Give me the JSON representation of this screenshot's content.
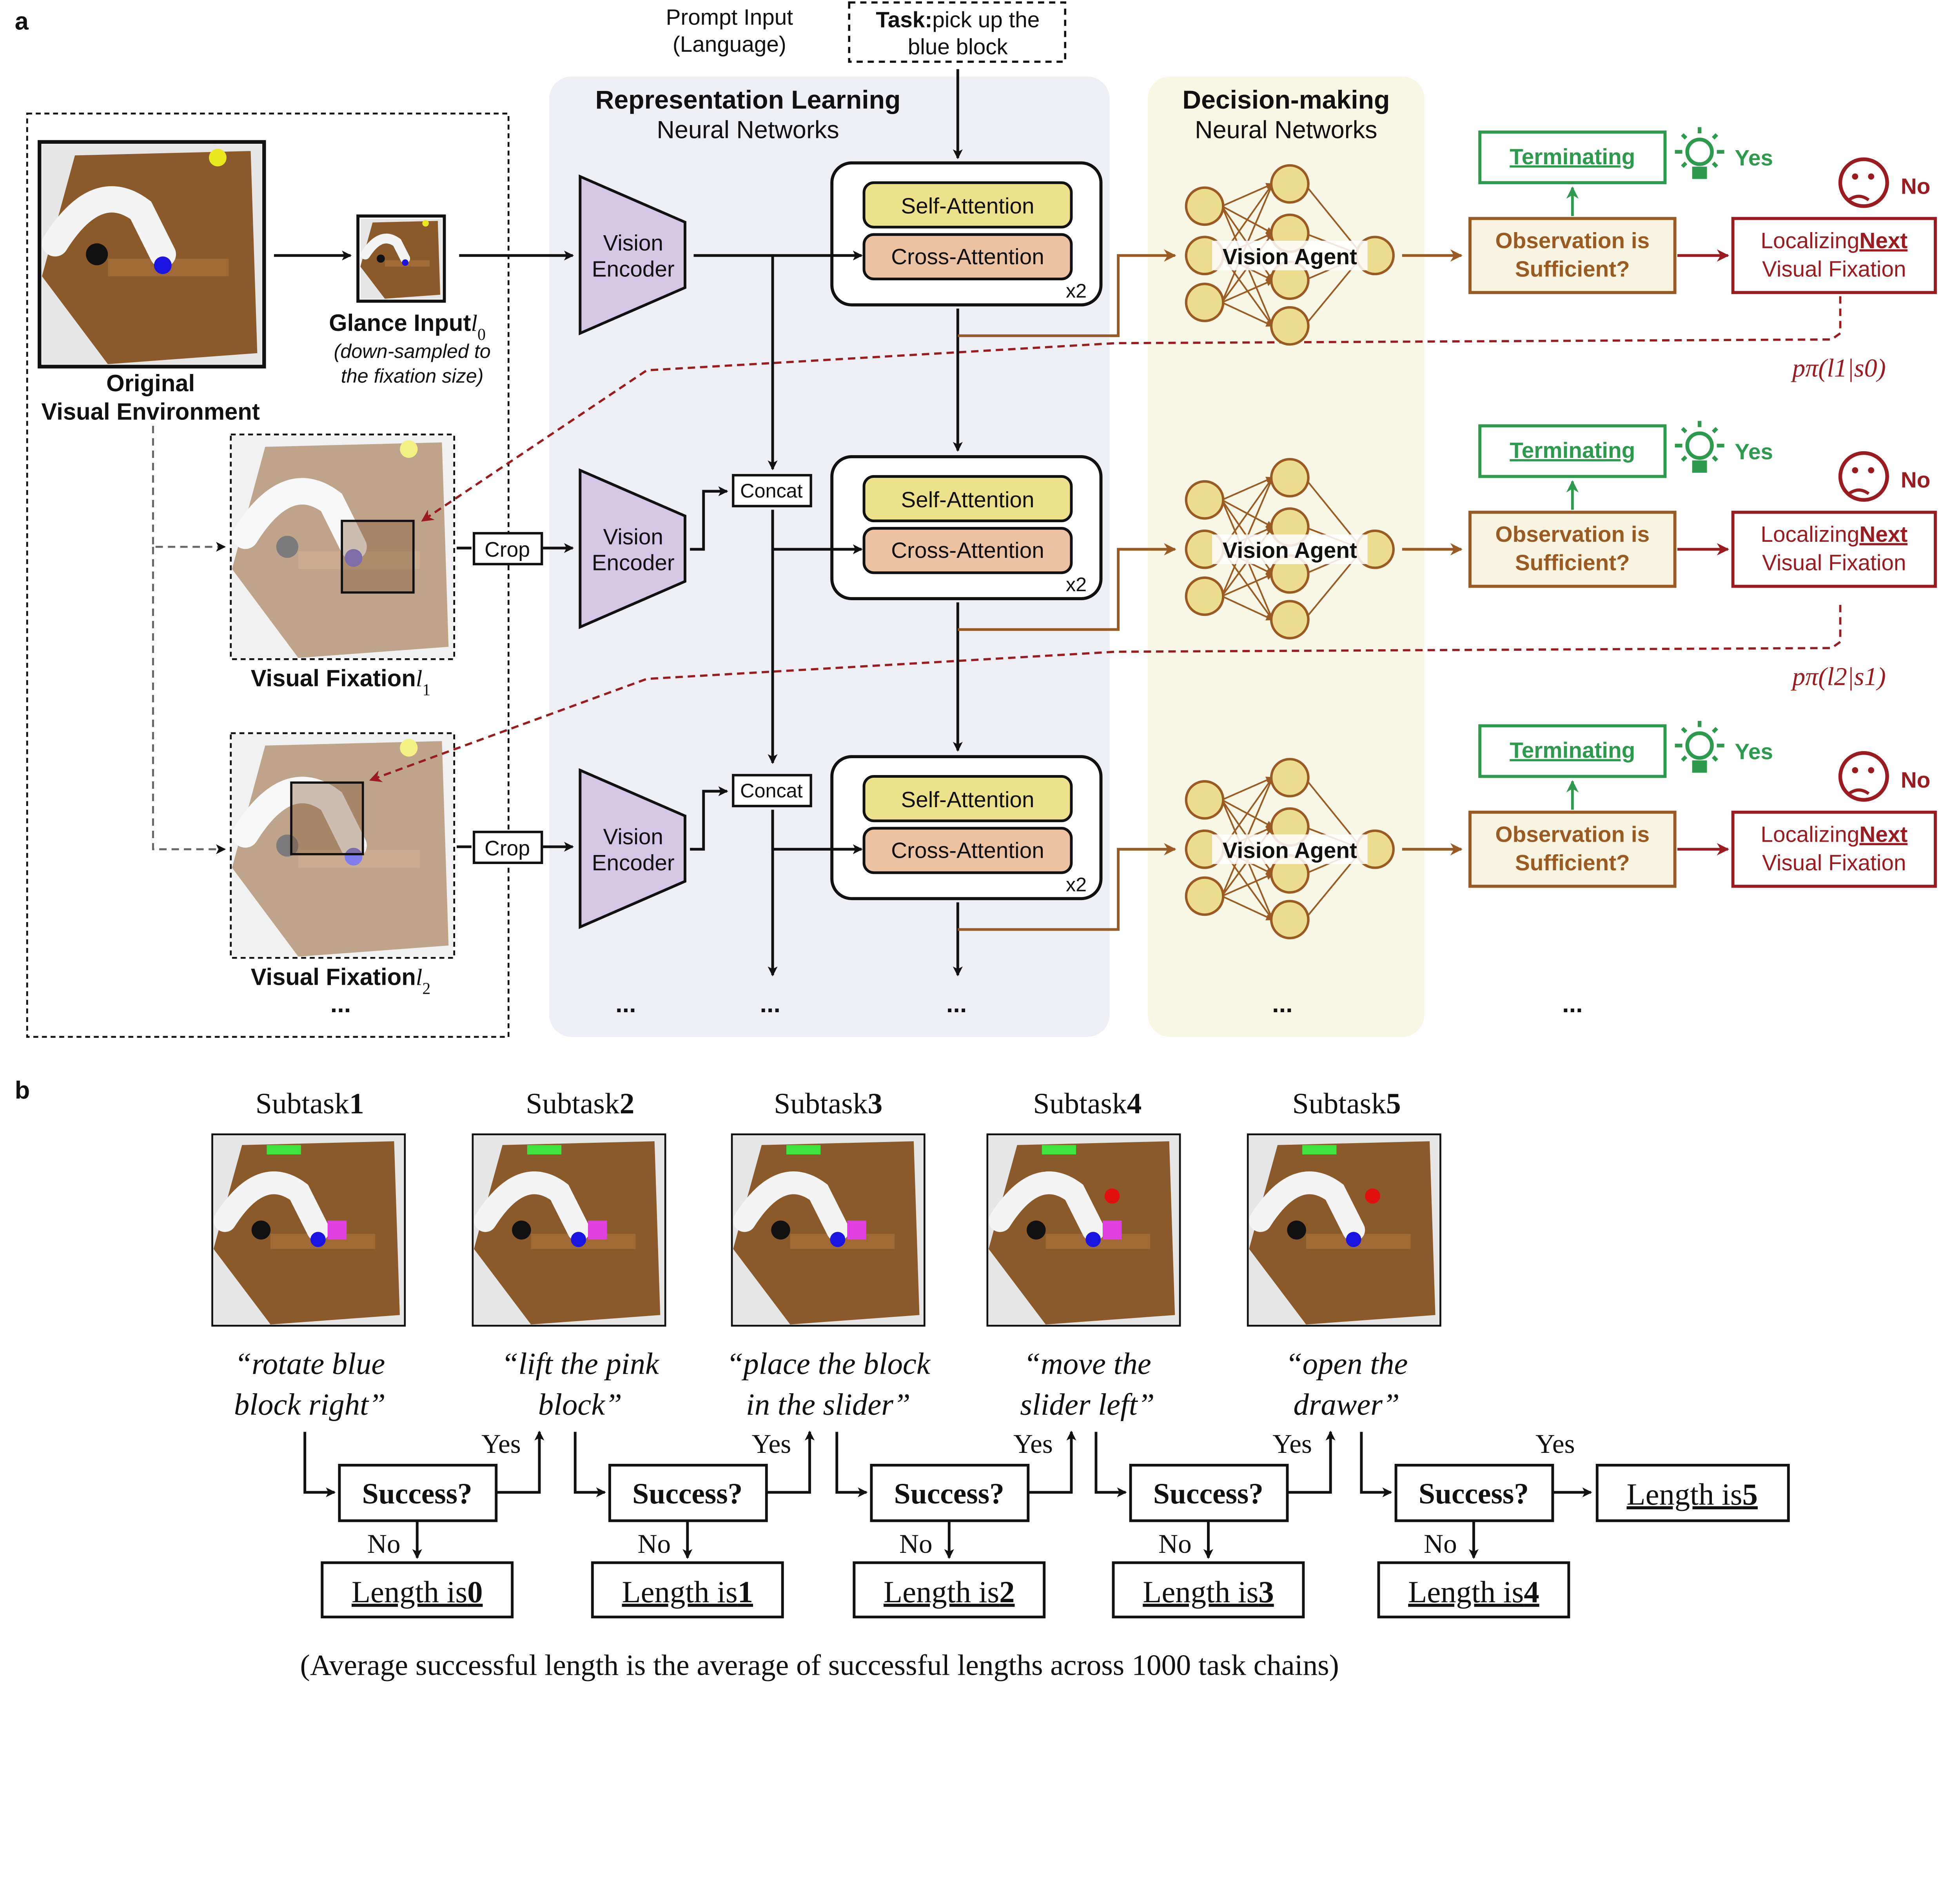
{
  "panel_a": {
    "label": "a",
    "prompt_input": [
      "Prompt Input",
      "(Language)"
    ],
    "task_bold": "Task:",
    "task_text": [
      "pick up the",
      "blue block"
    ],
    "original_label": [
      "Original",
      "Visual Environment"
    ],
    "glance_label": "Glance Input",
    "glance_var": "l",
    "glance_sub": "0",
    "glance_note": [
      "(down-sampled to",
      "the fixation size)"
    ],
    "fixation_label": "Visual Fixation",
    "fixation_vars": [
      {
        "var": "l",
        "sub": "1"
      },
      {
        "var": "l",
        "sub": "2"
      }
    ],
    "crop_label": "Crop",
    "concat_label": "Concat",
    "repr_title": "Representation Learning",
    "repr_subtitle": "Neural Networks",
    "decision_title": "Decision-making",
    "decision_subtitle": "Neural Networks",
    "vision_encoder": [
      "Vision",
      "Encoder"
    ],
    "self_attention": "Self-Attention",
    "cross_attention": "Cross-Attention",
    "repeat": "x2",
    "vision_agent": "Vision Agent",
    "terminating": "Terminating",
    "yes": "Yes",
    "no": "No",
    "observation": [
      "Observation is",
      "Sufficient?"
    ],
    "localizing": [
      "Localizing",
      "Next",
      "Visual Fixation"
    ],
    "policies": [
      "pπ(l1|s0)",
      "pπ(l2|s1)"
    ],
    "ellipsis": "...",
    "icons": [
      "lightbulb-icon",
      "thinking-face-icon"
    ]
  },
  "panel_b": {
    "label": "b",
    "subtasks": [
      {
        "title": "Subtask",
        "num": "1",
        "quote": [
          "“rotate blue",
          "block right”"
        ],
        "length": "0"
      },
      {
        "title": "Subtask",
        "num": "2",
        "quote": [
          "“lift the pink",
          "block”"
        ],
        "length": "1"
      },
      {
        "title": "Subtask",
        "num": "3",
        "quote": [
          "“place the block",
          "in the slider”"
        ],
        "length": "2"
      },
      {
        "title": "Subtask",
        "num": "4",
        "quote": [
          "“move the",
          "slider left”"
        ],
        "length": "3"
      },
      {
        "title": "Subtask",
        "num": "5",
        "quote": [
          "“open the",
          "drawer”"
        ],
        "length": "4"
      }
    ],
    "success": "Success?",
    "yes": "Yes",
    "no": "No",
    "length_prefix": "Length is",
    "final_length": "5",
    "footnote": "(Average successful length is the average of successful lengths across 1000 task chains)"
  },
  "colors": {
    "repr_bg": "#eeeef5",
    "decision_bg": "#f8f6e4",
    "encoder": "#d4c6e4",
    "self_attention": "#ede28c",
    "cross_attention": "#ecc3a2",
    "node": "#ecdc8e",
    "brown": "#9a5a24",
    "green": "#2e9a4e",
    "red": "#9b1c20"
  }
}
